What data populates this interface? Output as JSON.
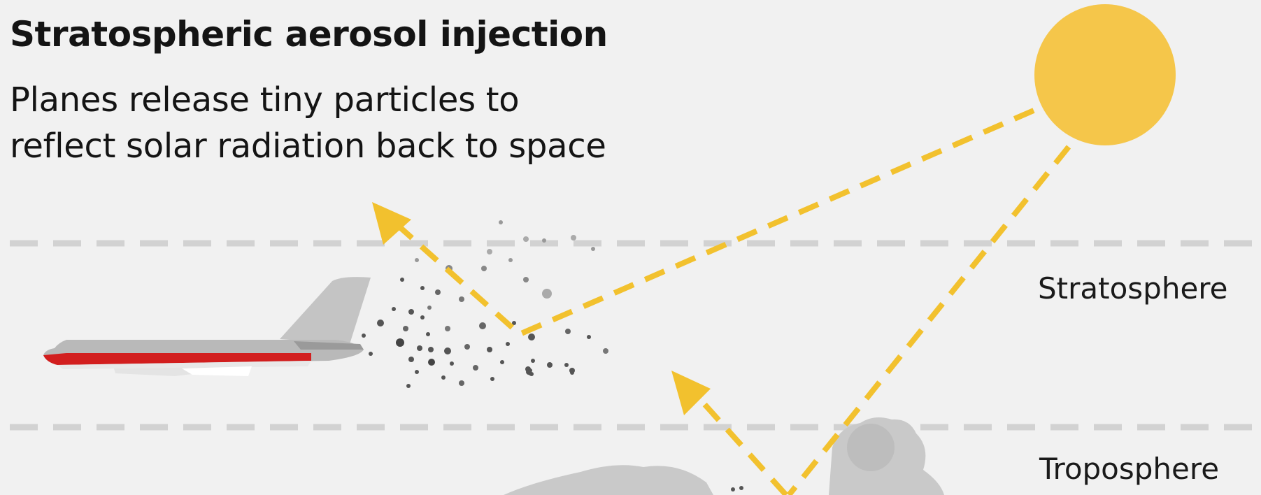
{
  "title": "Stratospheric aerosol injection",
  "subtitle": {
    "line1": "Planes release tiny particles to",
    "line2": "reflect solar radiation back to space"
  },
  "layers": {
    "stratosphere": "Stratosphere",
    "troposphere": "Troposphere"
  },
  "colors": {
    "background": "#f1f1f1",
    "sun": "#f5c64a",
    "rays": "#f2c12e",
    "boundary_lines": "#d2d2d2",
    "plane_body": "#b9b9b9",
    "plane_stripe": "#d21e1e",
    "particles": "#555555",
    "clouds": "#c9c9c9"
  },
  "icons": {
    "sun": "sun-icon",
    "plane": "plane-icon",
    "particles": "aerosol-particles",
    "cloud": "cloud-icon"
  }
}
